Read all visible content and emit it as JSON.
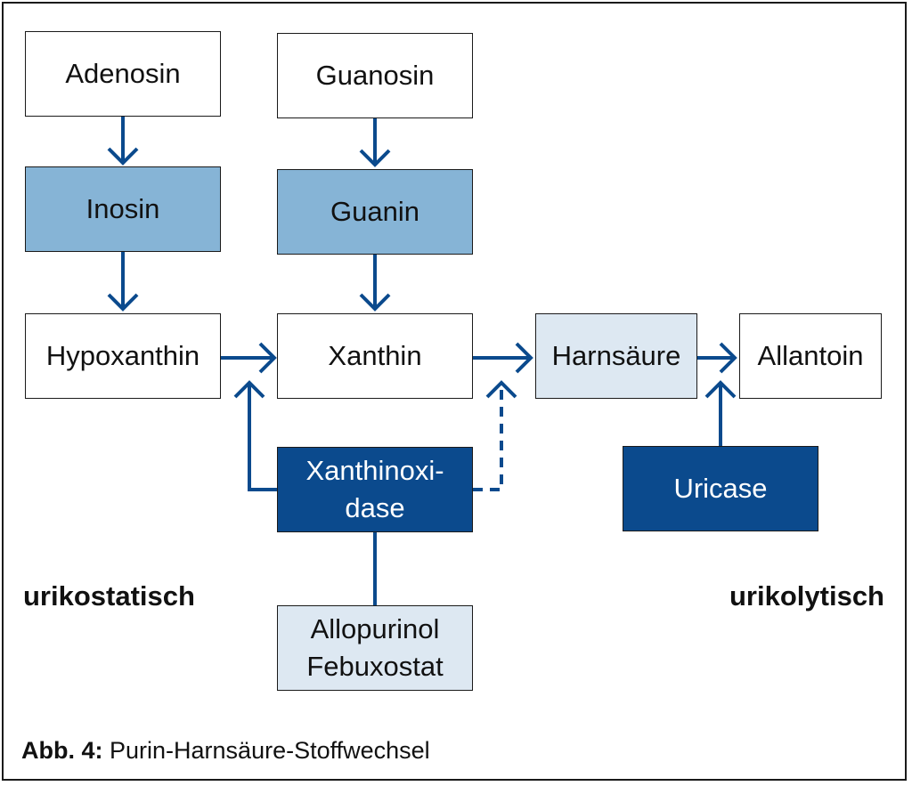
{
  "diagram": {
    "nodes": {
      "adenosin": "Adenosin",
      "guanosin": "Guanosin",
      "inosin": "Inosin",
      "guanin": "Guanin",
      "hypoxanthin": "Hypoxanthin",
      "xanthin": "Xanthin",
      "harnsaeure": "Harnsäure",
      "allantoin": "Allantoin",
      "xanthinoxidase_line1": "Xanthinoxi-",
      "xanthinoxidase_line2": "dase",
      "uricase": "Uricase",
      "inhibitor_line1": "Allopurinol",
      "inhibitor_line2": "Febuxostat"
    },
    "labels": {
      "left": "urikostatisch",
      "right": "urikolytisch"
    },
    "colors": {
      "arrow": "#0b4a8d",
      "enzyme_fill": "#0b4a8d",
      "intermediate_fill": "#86b4d6",
      "product_fill": "#dde8f2"
    }
  },
  "caption": {
    "prefix": "Abb. 4:",
    "text": "Purin-Harnsäure-Stoffwechsel"
  }
}
